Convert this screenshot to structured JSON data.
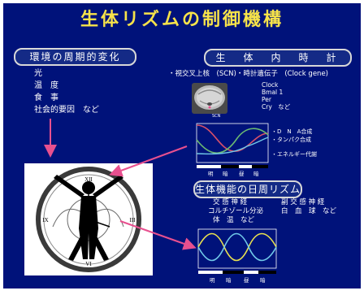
{
  "title": "生体リズムの制御機構",
  "environment": {
    "header": "環境の周期的変化",
    "factors": [
      "光",
      "温　度",
      "食　事",
      "社会的要因　など"
    ]
  },
  "internal_clock": {
    "header": "生　体　内　時　計",
    "subheader": "・視交叉上核　(SCN)・時計遺伝子　(Clock gene)",
    "genes": [
      "Clock",
      "Bmal 1",
      "Per",
      "Cry　など"
    ],
    "scn_label": "SCN",
    "curve_labels": [
      "・D　N　A合成",
      "・タンパク合成",
      "・エネルギー代謝"
    ],
    "axis_labels": [
      "明",
      "暗",
      "昼",
      "暗"
    ]
  },
  "daily_rhythm": {
    "header": "生体機能の日周リズム",
    "left_items": [
      "交 感 神 経",
      "コルチゾール分泌",
      "体　温　など"
    ],
    "right_items": [
      "副 交 感 神 経",
      "白　血　球　など"
    ],
    "axis_labels": [
      "明",
      "暗",
      "昼",
      "暗"
    ]
  },
  "clock_numerals": [
    "XII",
    "III",
    "VI",
    "IX"
  ],
  "colors": {
    "background": "#00127a",
    "title": "#f7e34a",
    "arrow": "#e8508f",
    "curve_red": "#d8506a",
    "curve_green": "#6ab872",
    "curve_yellow": "#e8e050",
    "curve_cyan": "#70c8e8"
  }
}
